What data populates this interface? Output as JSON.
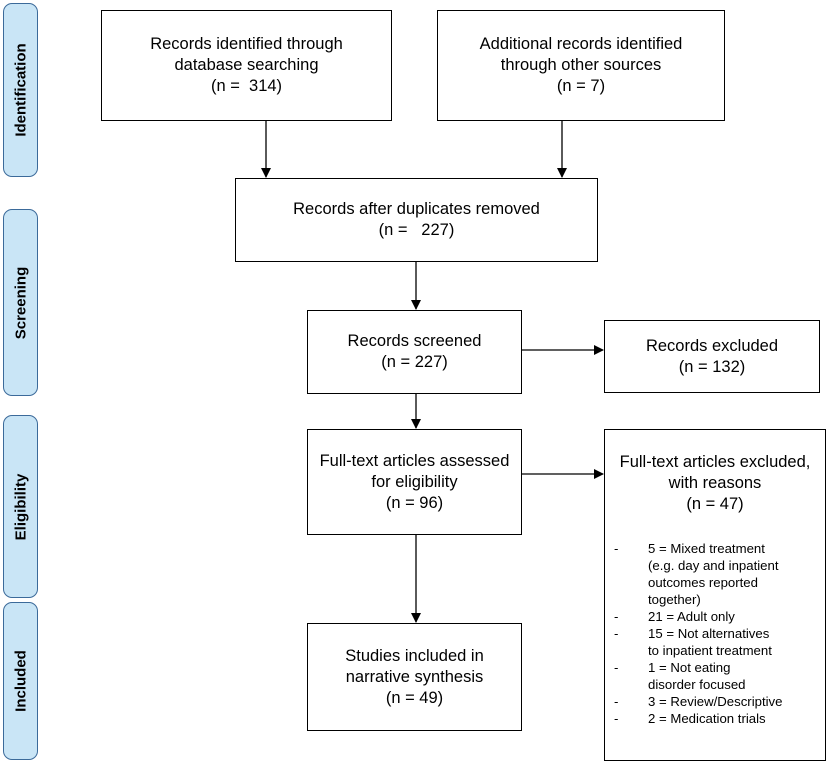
{
  "phases": [
    {
      "label": "Identification"
    },
    {
      "label": "Screening"
    },
    {
      "label": "Eligibility"
    },
    {
      "label": "Included"
    }
  ],
  "boxes": {
    "db_records": {
      "lines": [
        "Records identified through",
        "database searching",
        "(n =  314)"
      ]
    },
    "other_records": {
      "lines": [
        "Additional records identified",
        "through other sources",
        "(n = 7)"
      ]
    },
    "after_duplicates": {
      "lines": [
        "Records after duplicates removed",
        "(n =   227)"
      ]
    },
    "screened": {
      "lines": [
        "Records screened",
        "(n = 227)"
      ]
    },
    "excluded": {
      "lines": [
        "Records excluded",
        "(n = 132)"
      ]
    },
    "fulltext_assessed": {
      "lines": [
        "Full-text articles assessed",
        "for eligibility",
        "(n = 96)"
      ]
    },
    "fulltext_excluded": {
      "lines": [
        "Full-text articles excluded,",
        "with reasons",
        "(n = 47)"
      ],
      "reasons": [
        {
          "dash": "-",
          "lines": [
            "5 = Mixed treatment",
            "(e.g. day and inpatient",
            "outcomes reported",
            "together)"
          ]
        },
        {
          "dash": "-",
          "lines": [
            "21 = Adult only"
          ]
        },
        {
          "dash": "-",
          "lines": [
            "15 = Not alternatives",
            "to inpatient treatment"
          ]
        },
        {
          "dash": "-",
          "lines": [
            "1 = Not eating",
            "disorder focused"
          ]
        },
        {
          "dash": "-",
          "lines": [
            "3 = Review/Descriptive"
          ]
        },
        {
          "dash": "-",
          "lines": [
            "2 = Medication trials"
          ]
        }
      ]
    },
    "included": {
      "lines": [
        "Studies included in",
        "narrative synthesis",
        "(n = 49)"
      ]
    }
  },
  "colors": {
    "phase_fill": "#c9e5f6",
    "phase_border": "#3b6a9a",
    "box_border": "#000000"
  }
}
